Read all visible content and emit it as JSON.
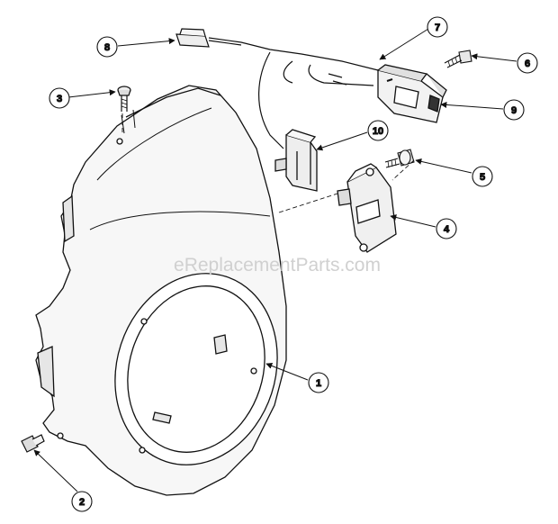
{
  "watermark": "eReplacementParts.com",
  "callouts": [
    {
      "id": "1",
      "label": "1"
    },
    {
      "id": "2",
      "label": "2"
    },
    {
      "id": "3",
      "label": "3"
    },
    {
      "id": "4",
      "label": "4"
    },
    {
      "id": "5",
      "label": "5"
    },
    {
      "id": "6",
      "label": "6"
    },
    {
      "id": "7",
      "label": "7"
    },
    {
      "id": "8",
      "label": "8"
    },
    {
      "id": "9",
      "label": "9"
    },
    {
      "id": "10",
      "label": "10"
    }
  ],
  "colors": {
    "line": "#111111",
    "shade": "#e6e6e6",
    "watermark": "#d0d0d0"
  }
}
